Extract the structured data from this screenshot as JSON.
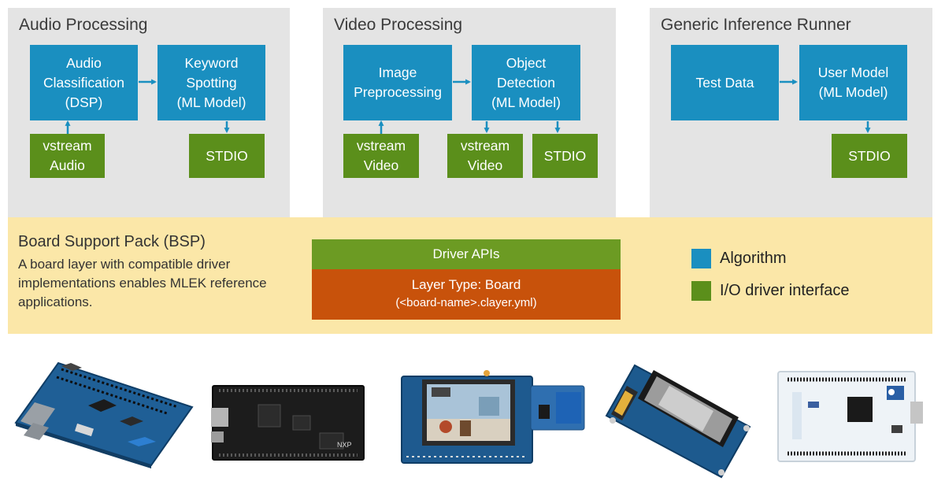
{
  "panels": [
    {
      "title": "Audio Processing",
      "boxes": {
        "audio_classification": "Audio\nClassification\n(DSP)",
        "keyword_spotting": "Keyword\nSpotting\n(ML Model)",
        "vstream_audio": "vstream\nAudio",
        "stdio": "STDIO"
      }
    },
    {
      "title": "Video Processing",
      "boxes": {
        "image_preprocessing": "Image\nPreprocessing",
        "object_detection": "Object\nDetection\n(ML Model)",
        "vstream_video_in": "vstream\nVideo",
        "vstream_video_out": "vstream\nVideo",
        "stdio": "STDIO"
      }
    },
    {
      "title": "Generic Inference Runner",
      "boxes": {
        "test_data": "Test Data",
        "user_model": "User Model\n(ML Model)",
        "stdio": "STDIO"
      }
    }
  ],
  "bsp": {
    "title": "Board Support Pack (BSP)",
    "description": "A board layer with compatible driver implementations enables MLEK reference applications.",
    "driver_apis": "Driver APIs",
    "layer_type": "Layer Type: Board",
    "layer_file": "(<board-name>.clayer.yml)"
  },
  "legend": [
    {
      "label": "Algorithm",
      "color": "#1a8fc0"
    },
    {
      "label": "I/O driver interface",
      "color": "#5b8f1b"
    }
  ],
  "colors": {
    "algorithm": "#1a8fc0",
    "io_driver": "#5b8f1b",
    "panel_bg": "#e4e4e4",
    "bsp_bg": "#fbe7a8",
    "driver_apis": "#6c9b23",
    "layer_type": "#c8520b"
  },
  "boards": [
    {
      "name": "Alif blue development board",
      "icon": "board-alif-icon"
    },
    {
      "name": "NXP black development board",
      "icon": "board-nxp-icon"
    },
    {
      "name": "ST discovery kit with display",
      "icon": "board-st-display-icon"
    },
    {
      "name": "Board with tilted LCD display",
      "icon": "board-lcd-icon"
    },
    {
      "name": "ST Nucleo white board",
      "icon": "board-nucleo-icon"
    }
  ]
}
